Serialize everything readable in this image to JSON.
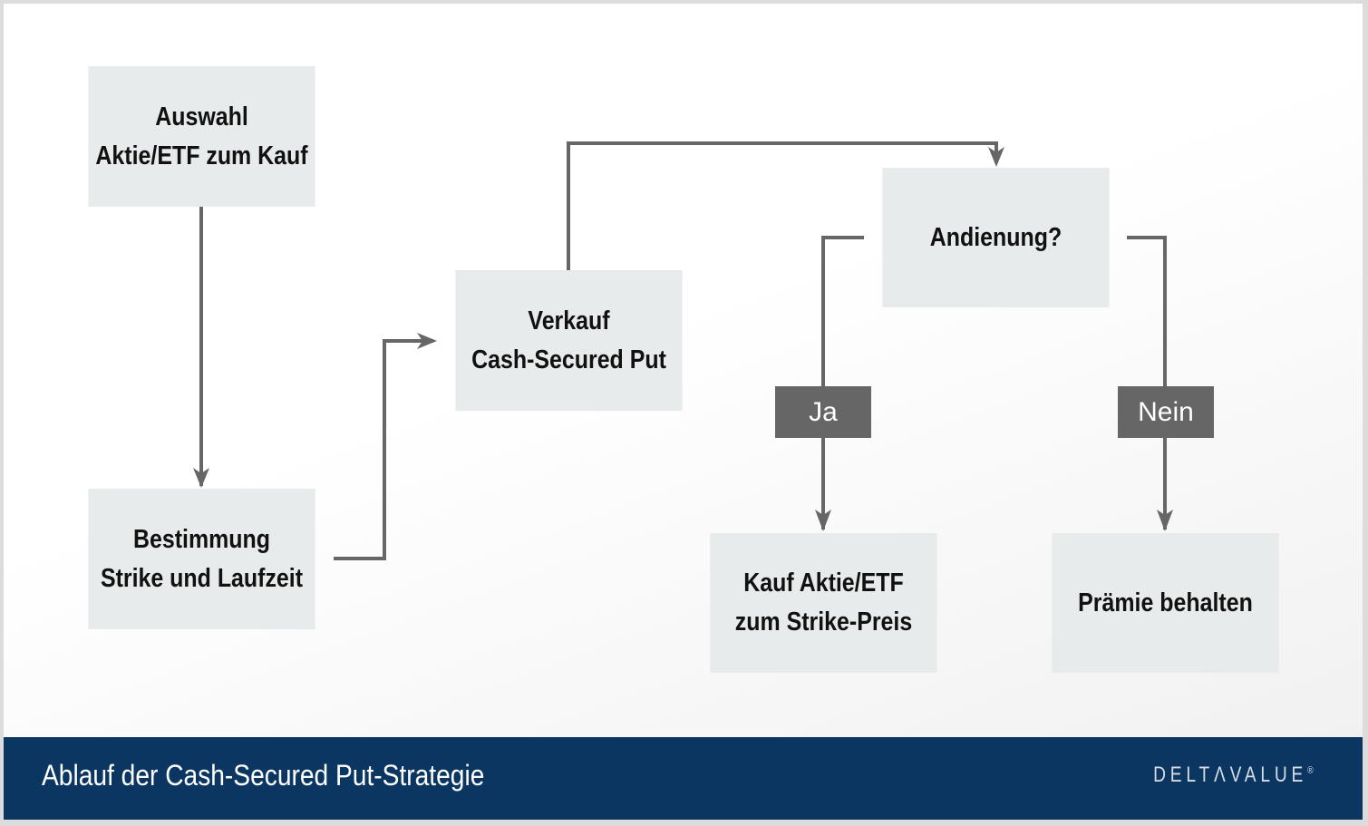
{
  "diagram": {
    "nodes": [
      {
        "id": "auswahl",
        "lines": [
          "Auswahl",
          "Aktie/ETF zum Kauf"
        ]
      },
      {
        "id": "bestimmung",
        "lines": [
          "Bestimmung",
          "Strike und Laufzeit"
        ]
      },
      {
        "id": "verkauf",
        "lines": [
          "Verkauf",
          "Cash-Secured Put"
        ]
      },
      {
        "id": "andienung",
        "lines": [
          "Andienung?"
        ]
      },
      {
        "id": "kauf",
        "lines": [
          "Kauf Aktie/ETF",
          "zum Strike-Preis"
        ]
      },
      {
        "id": "praemie",
        "lines": [
          "Prämie behalten"
        ]
      }
    ],
    "branch_labels": {
      "yes": "Ja",
      "no": "Nein"
    },
    "edges": [
      {
        "from": "auswahl",
        "to": "bestimmung"
      },
      {
        "from": "bestimmung",
        "to": "verkauf"
      },
      {
        "from": "verkauf",
        "to": "andienung"
      },
      {
        "from": "andienung",
        "to": "kauf",
        "label": "Ja"
      },
      {
        "from": "andienung",
        "to": "praemie",
        "label": "Nein"
      }
    ]
  },
  "footer": {
    "title": "Ablauf der Cash-Secured Put-Strategie",
    "logo": "DELTΛVALUE",
    "logo_mark": "®"
  },
  "colors": {
    "node_fill": "#e8ebeb",
    "label_fill": "#666666",
    "connector": "#666666",
    "footer_bg": "#0a3661"
  }
}
